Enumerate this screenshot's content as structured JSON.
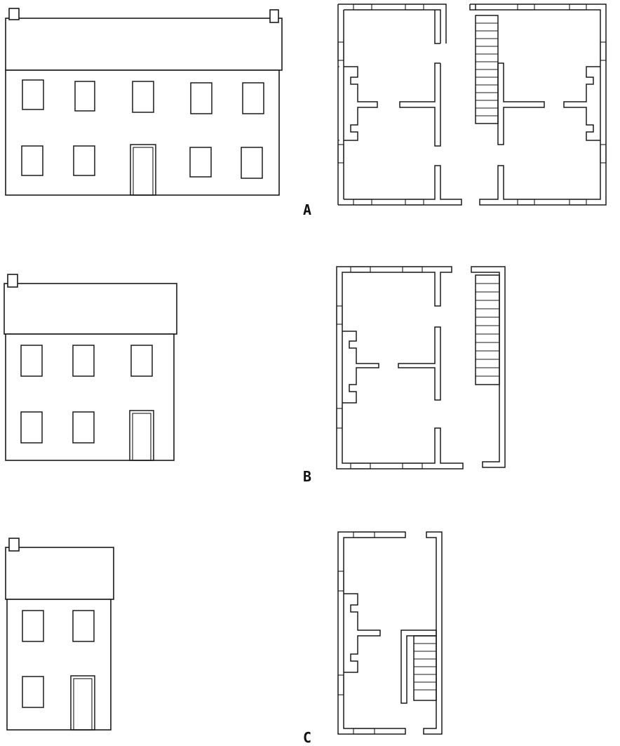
{
  "figure": {
    "variants": [
      {
        "id": "A",
        "label": "A",
        "bays": 5,
        "rooms": 4
      },
      {
        "id": "B",
        "label": "B",
        "bays": 3,
        "rooms": 2
      },
      {
        "id": "C",
        "label": "C",
        "bays": 2,
        "rooms": 2
      }
    ]
  },
  "colors": {
    "ink": "#1a1a1a",
    "paper": "#ffffff"
  }
}
